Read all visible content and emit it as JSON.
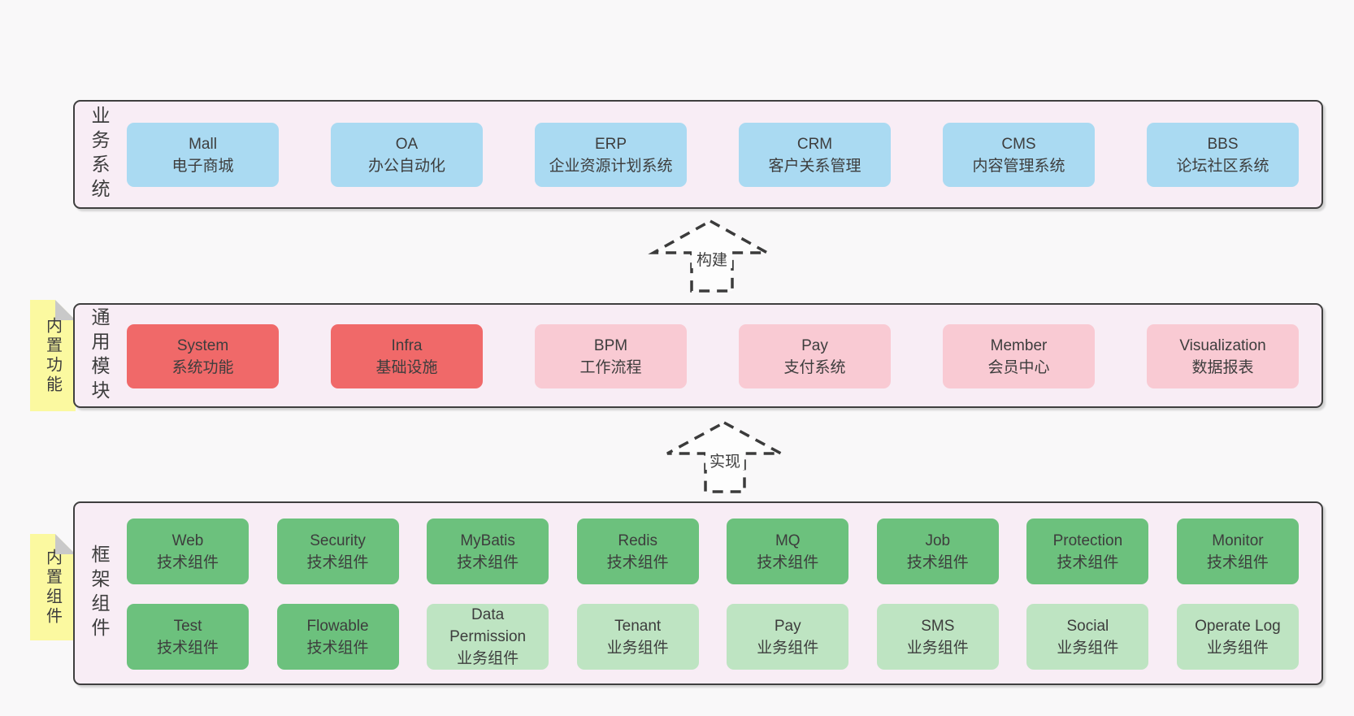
{
  "palette": {
    "page_background": "#f9f8f9",
    "layer_background": "#f8edf5",
    "layer_border": "#3f3f3f",
    "blue_box": "#aadaf2",
    "red_box": "#f06969",
    "pink_box": "#f9cad3",
    "green_box": "#6cc17d",
    "light_green_box": "#bee4c2",
    "sticky_note": "#fbf9a0",
    "text": "#3d3d3d"
  },
  "layers": {
    "business": {
      "label": "业务系统",
      "items": [
        {
          "title": "Mall",
          "subtitle": "电子商城"
        },
        {
          "title": "OA",
          "subtitle": "办公自动化"
        },
        {
          "title": "ERP",
          "subtitle": "企业资源计划系统"
        },
        {
          "title": "CRM",
          "subtitle": "客户关系管理"
        },
        {
          "title": "CMS",
          "subtitle": "内容管理系统"
        },
        {
          "title": "BBS",
          "subtitle": "论坛社区系统"
        }
      ]
    },
    "modules": {
      "label": "通用模块",
      "note": "内置功能",
      "items": [
        {
          "title": "System",
          "subtitle": "系统功能"
        },
        {
          "title": "Infra",
          "subtitle": "基础设施"
        },
        {
          "title": "BPM",
          "subtitle": "工作流程"
        },
        {
          "title": "Pay",
          "subtitle": "支付系统"
        },
        {
          "title": "Member",
          "subtitle": "会员中心"
        },
        {
          "title": "Visualization",
          "subtitle": "数据报表"
        }
      ]
    },
    "framework": {
      "label": "框架组件",
      "note": "内置组件",
      "row1": [
        {
          "title": "Web",
          "subtitle": "技术组件"
        },
        {
          "title": "Security",
          "subtitle": "技术组件"
        },
        {
          "title": "MyBatis",
          "subtitle": "技术组件"
        },
        {
          "title": "Redis",
          "subtitle": "技术组件"
        },
        {
          "title": "MQ",
          "subtitle": "技术组件"
        },
        {
          "title": "Job",
          "subtitle": "技术组件"
        },
        {
          "title": "Protection",
          "subtitle": "技术组件"
        },
        {
          "title": "Monitor",
          "subtitle": "技术组件"
        }
      ],
      "row2": [
        {
          "title": "Test",
          "subtitle": "技术组件"
        },
        {
          "title": "Flowable",
          "subtitle": "技术组件"
        },
        {
          "title": "Data Permission",
          "subtitle": "业务组件"
        },
        {
          "title": "Tenant",
          "subtitle": "业务组件"
        },
        {
          "title": "Pay",
          "subtitle": "业务组件"
        },
        {
          "title": "SMS",
          "subtitle": "业务组件"
        },
        {
          "title": "Social",
          "subtitle": "业务组件"
        },
        {
          "title": "Operate Log",
          "subtitle": "业务组件"
        }
      ]
    }
  },
  "arrows": {
    "build": {
      "label": "构建"
    },
    "implement": {
      "label": "实现"
    }
  }
}
